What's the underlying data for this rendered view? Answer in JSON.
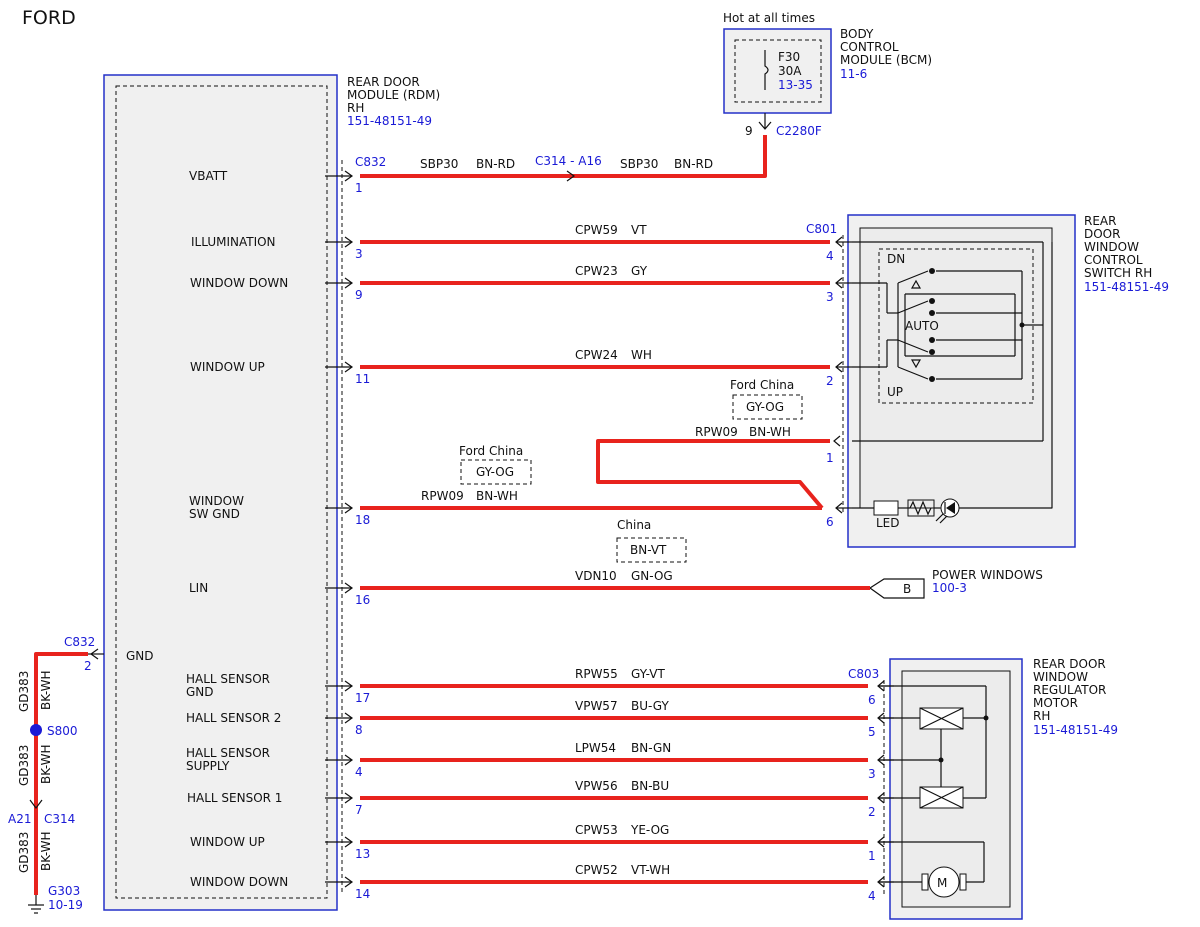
{
  "brand": "FORD",
  "bcm": {
    "hot_label": "Hot at all times",
    "title_lines": [
      "BODY",
      "CONTROL",
      "MODULE (BCM)"
    ],
    "ref": "11-6",
    "fuse_name": "F30",
    "fuse_rating": "30A",
    "fuse_ref": "13-35",
    "pin": "9",
    "connector": "C2280F"
  },
  "rdm": {
    "title_lines": [
      "REAR DOOR",
      "MODULE (RDM)",
      "RH"
    ],
    "ref": "151-48151-49",
    "gnd_label": "GND",
    "gnd_connector": "C832",
    "gnd_pin": "2"
  },
  "switch": {
    "title_lines": [
      "REAR",
      "DOOR",
      "WINDOW",
      "CONTROL",
      "SWITCH RH"
    ],
    "ref": "151-48151-49",
    "connector": "C801",
    "dn_label": "DN",
    "auto_label": "AUTO",
    "up_label": "UP",
    "led_label": "LED"
  },
  "motor": {
    "title_lines": [
      "REAR DOOR",
      "WINDOW",
      "REGULATOR",
      "MOTOR",
      "RH"
    ],
    "ref": "151-48151-49",
    "connector": "C803",
    "motor_symbol": "M"
  },
  "power_windows": {
    "label": "POWER WINDOWS",
    "ref": "100-3",
    "tag": "B"
  },
  "rdm_connector": "C832",
  "inline": {
    "connector": "C314",
    "pin": "A16",
    "sep": " - "
  },
  "pins": [
    {
      "name_lines": [
        "VBATT"
      ],
      "pin": "1",
      "circuit": "SBP30",
      "color": "BN-RD"
    },
    {
      "name_lines": [
        "ILLUMINATION"
      ],
      "pin": "3",
      "circuit": "CPW59",
      "color": "VT",
      "far_pin": "4"
    },
    {
      "name_lines": [
        "WINDOW DOWN"
      ],
      "pin": "9",
      "circuit": "CPW23",
      "color": "GY",
      "far_pin": "3"
    },
    {
      "name_lines": [
        "WINDOW UP"
      ],
      "pin": "11",
      "circuit": "CPW24",
      "color": "WH",
      "far_pin": "2"
    },
    {
      "name_lines": [
        "WINDOW",
        "SW GND"
      ],
      "pin": "18",
      "circuit": "RPW09",
      "color": "BN-WH",
      "far_pin": "6"
    },
    {
      "name_lines": [
        "LIN"
      ],
      "pin": "16",
      "circuit": "VDN10",
      "color": "GN-OG"
    },
    {
      "name_lines": [
        "HALL SENSOR",
        "GND"
      ],
      "pin": "17",
      "circuit": "RPW55",
      "color": "GY-VT",
      "far_pin": "6"
    },
    {
      "name_lines": [
        "HALL SENSOR 2"
      ],
      "pin": "8",
      "circuit": "VPW57",
      "color": "BU-GY",
      "far_pin": "5"
    },
    {
      "name_lines": [
        "HALL SENSOR",
        "SUPPLY"
      ],
      "pin": "4",
      "circuit": "LPW54",
      "color": "BN-GN",
      "far_pin": "3"
    },
    {
      "name_lines": [
        "HALL SENSOR 1"
      ],
      "pin": "7",
      "circuit": "VPW56",
      "color": "BN-BU",
      "far_pin": "2"
    },
    {
      "name_lines": [
        "WINDOW UP"
      ],
      "pin": "13",
      "circuit": "CPW53",
      "color": "YE-OG",
      "far_pin": "1"
    },
    {
      "name_lines": [
        "WINDOW DOWN"
      ],
      "pin": "14",
      "circuit": "CPW52",
      "color": "VT-WH",
      "far_pin": "4"
    }
  ],
  "loop_wire": {
    "circuit": "RPW09",
    "color": "BN-WH",
    "far_pin": "1"
  },
  "notes": [
    {
      "title": "Ford China",
      "value": "GY-OG"
    },
    {
      "title": "Ford China",
      "value": "GY-OG"
    },
    {
      "title": "China",
      "value": "BN-VT"
    }
  ],
  "ground": {
    "wire": "GD383",
    "color": "BK-WH",
    "splice": "S800",
    "connector": "C314",
    "connector_pin": "A21",
    "ground_point": "G303",
    "ground_ref": "10-19"
  }
}
